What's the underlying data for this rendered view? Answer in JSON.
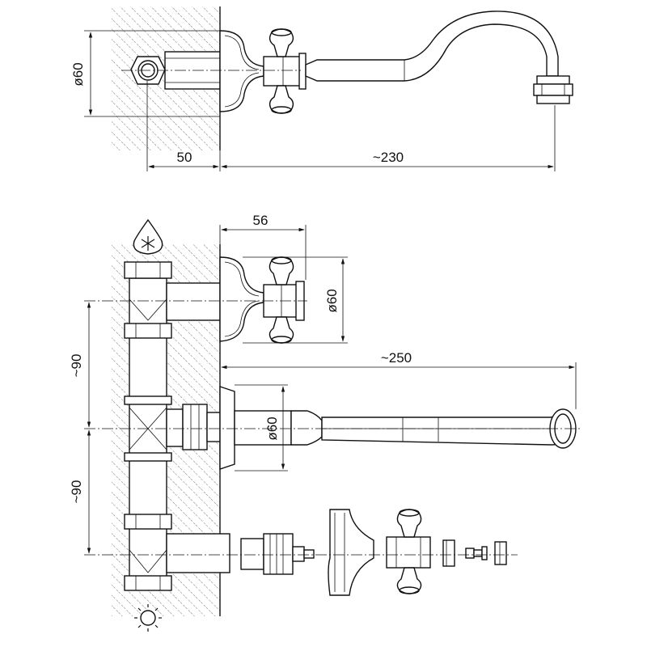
{
  "dimensions": {
    "top_diameter": "ø60",
    "wall_offset": "50",
    "spout_reach": "~230",
    "handle_offset": "56",
    "valve_diameter": "ø60",
    "spout_length": "~250",
    "spout_diameter": "ø60",
    "spacing_upper": "~90",
    "spacing_lower": "~90"
  },
  "icons": {
    "cold": "snowflake-drop-icon",
    "hot": "sun-icon"
  }
}
